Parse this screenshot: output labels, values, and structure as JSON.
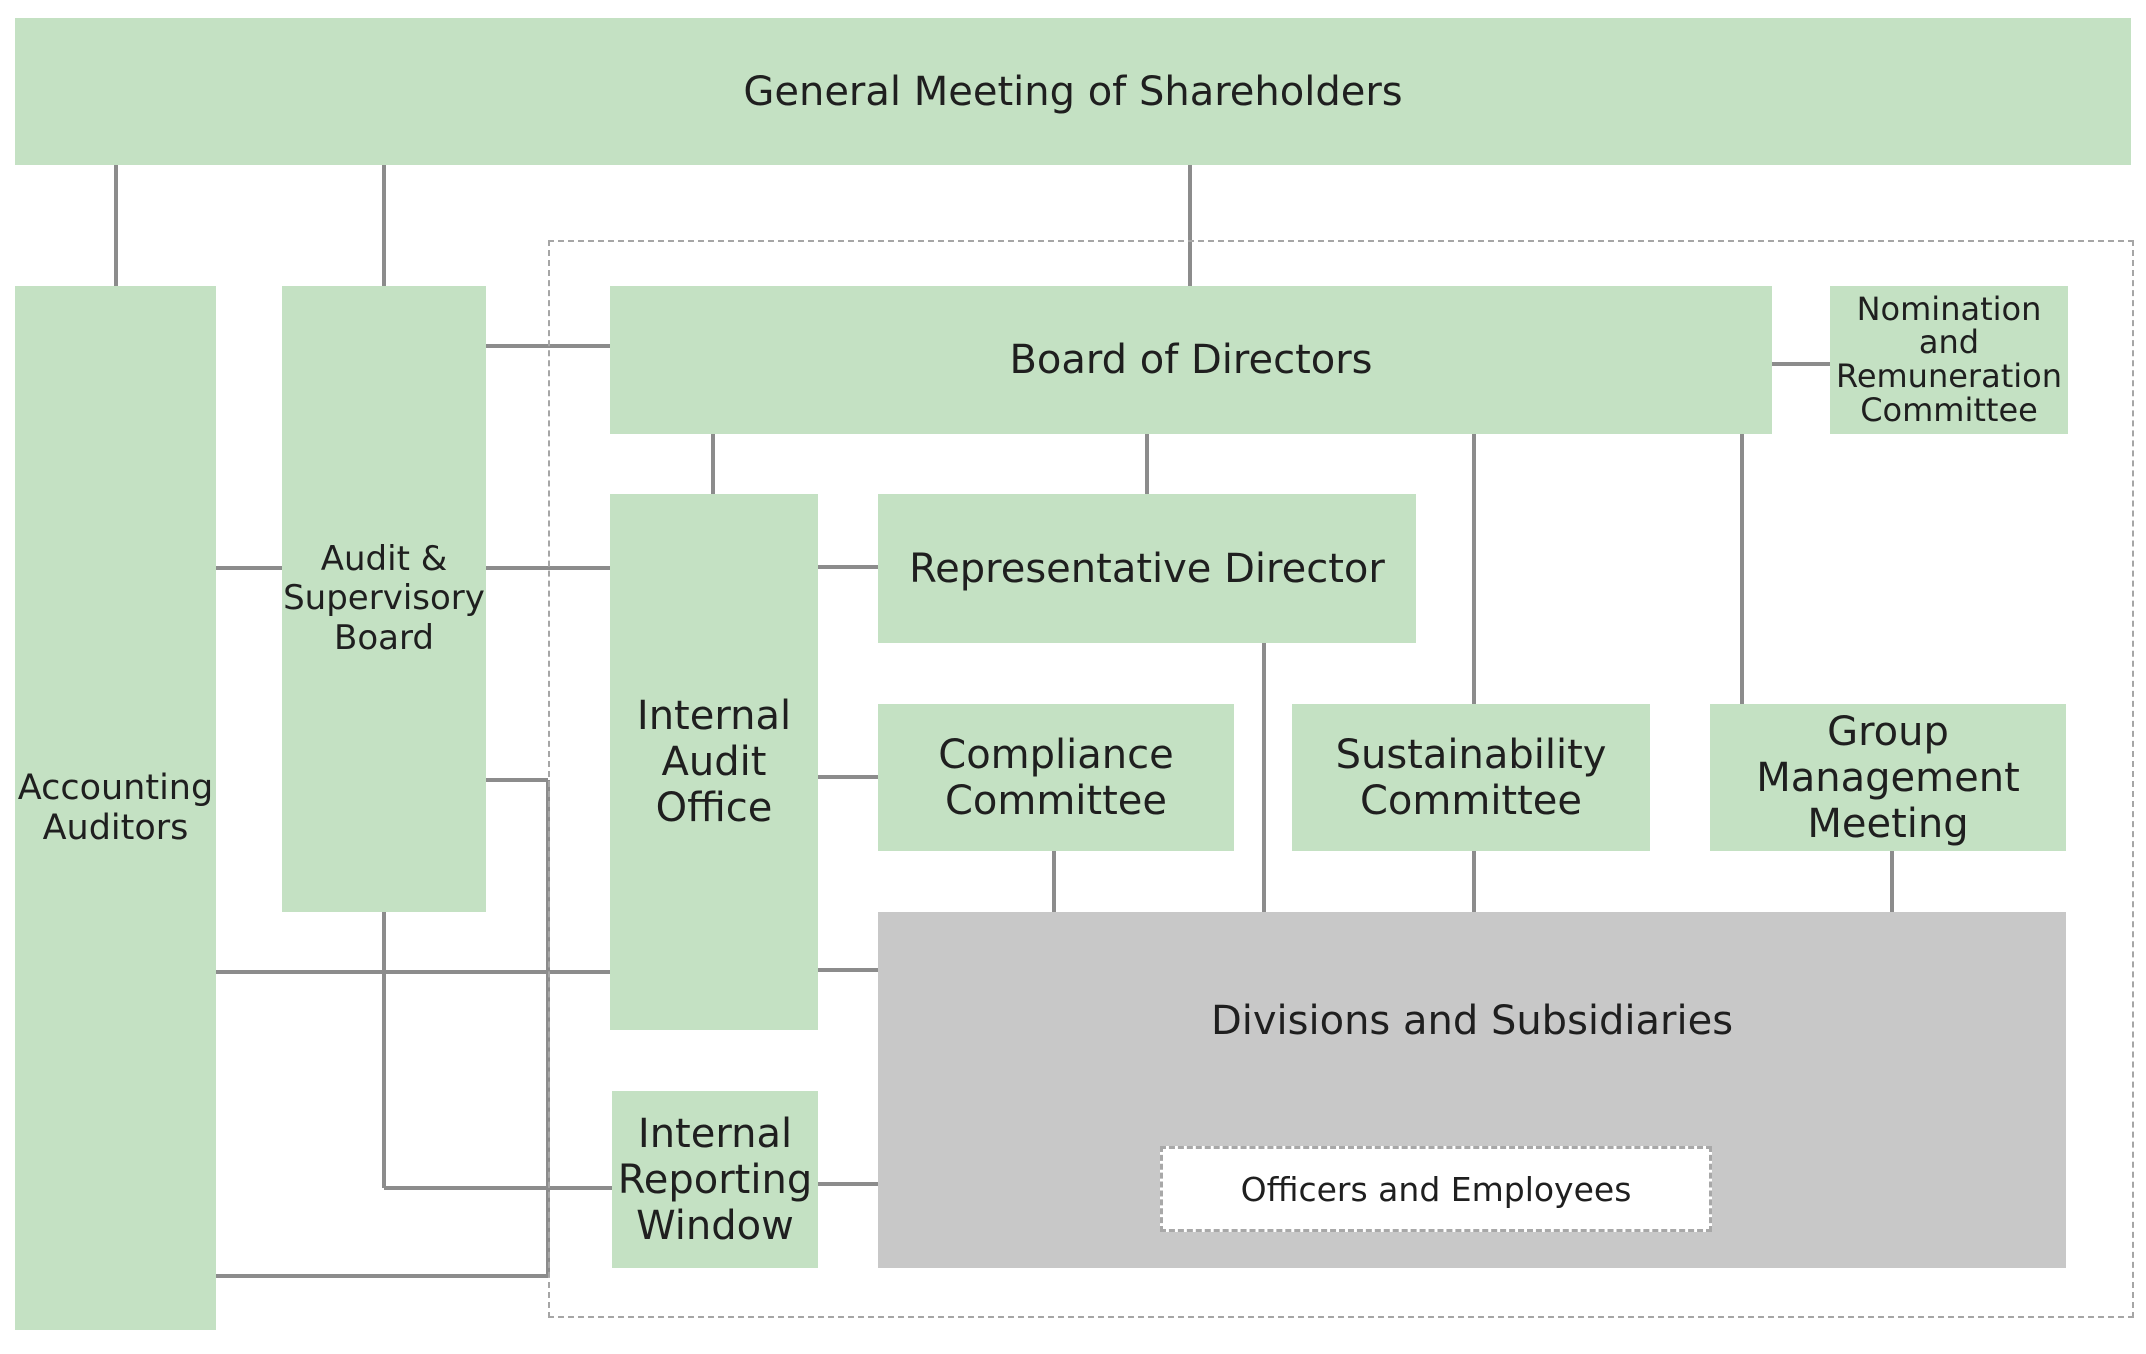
{
  "diagram": {
    "general_meeting": "General Meeting of Shareholders",
    "board_of_directors": "Board of Directors",
    "nomination_committee": "Nomination\nand\nRemuneration\nCommittee",
    "accounting_auditors": "Accounting\nAuditors",
    "audit_supervisory_board": "Audit &\nSupervisory\nBoard",
    "internal_audit_office": "Internal\nAudit\nOffice",
    "representative_director": "Representative Director",
    "compliance_committee": "Compliance\nCommittee",
    "sustainability_committee": "Sustainability\nCommittee",
    "group_management_meeting": "Group\nManagement\nMeeting",
    "divisions_subsidiaries": "Divisions and Subsidiaries",
    "internal_reporting_window": "Internal\nReporting\nWindow",
    "officers_employees": "Officers and Employees"
  },
  "colors": {
    "box_green": "#c4e1c3",
    "box_gray": "#c8c8c8",
    "connector": "#8c8c8c",
    "dashed_border": "#a6a6a6"
  }
}
